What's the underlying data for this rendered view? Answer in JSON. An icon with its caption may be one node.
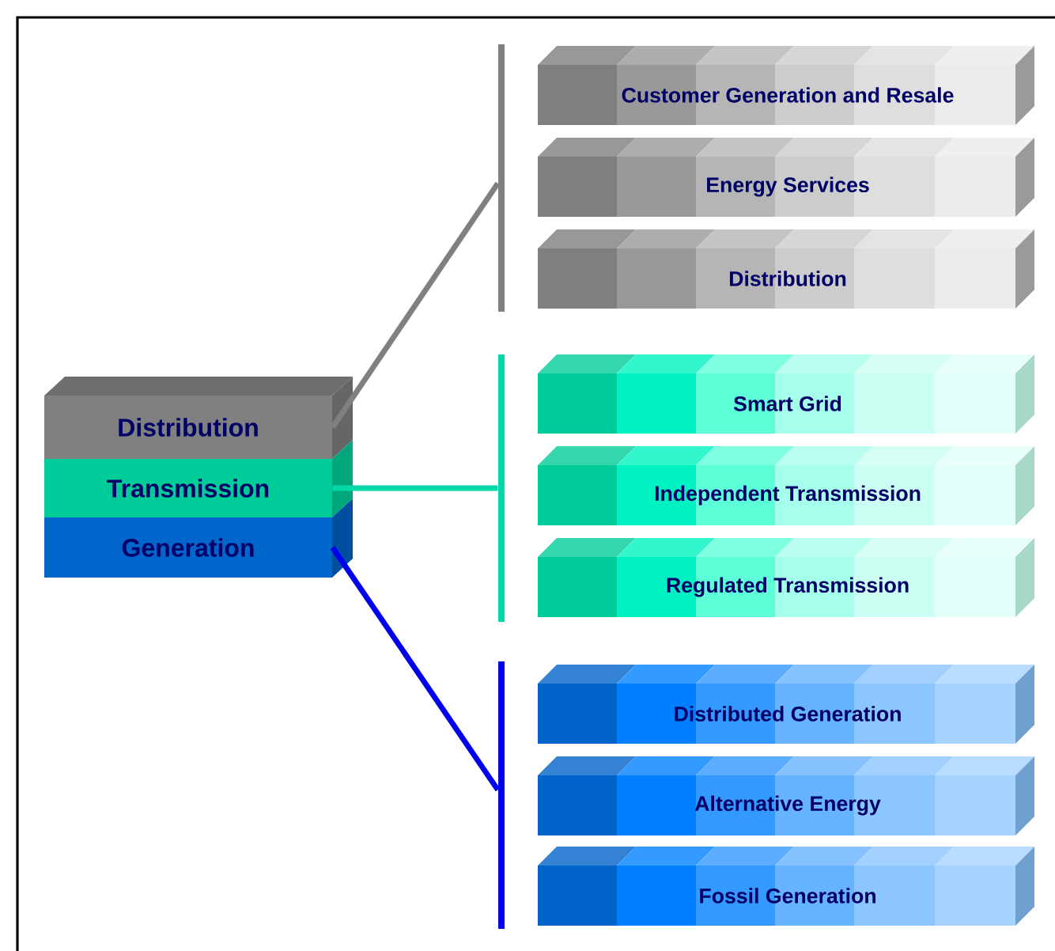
{
  "diagram": {
    "nodes": [
      {
        "text": [
          "Distribution"
        ]
      },
      {
        "text": [
          "Transmission"
        ]
      },
      {
        "text": [
          "Generation"
        ]
      },
      {
        "text": [],
        "shape": "bar"
      },
      {
        "text": [
          "Customer Generation and Resale"
        ]
      },
      {
        "text": [
          "Energy Services"
        ]
      },
      {
        "text": [
          "Distribution"
        ]
      },
      {
        "text": [],
        "shape": "bar"
      },
      {
        "text": [
          "Smart Grid"
        ]
      },
      {
        "text": [
          "Independent Transmission"
        ]
      },
      {
        "text": [
          "Regulated Transmission"
        ]
      },
      {
        "text": [],
        "shape": "bar"
      },
      {
        "text": [
          "Distributed Generation"
        ]
      },
      {
        "text": [
          "Alternative Energy"
        ]
      },
      {
        "text": [
          "Fossil Generation"
        ]
      }
    ],
    "edges": [
      {
        "from": 0,
        "to": 3,
        "arrow": "none",
        "color": "#808080"
      },
      {
        "from": 1,
        "to": 7,
        "arrow": "none",
        "color": "#00d8a8"
      },
      {
        "from": 2,
        "to": 11,
        "arrow": "none",
        "color": "#0000ee"
      }
    ]
  }
}
